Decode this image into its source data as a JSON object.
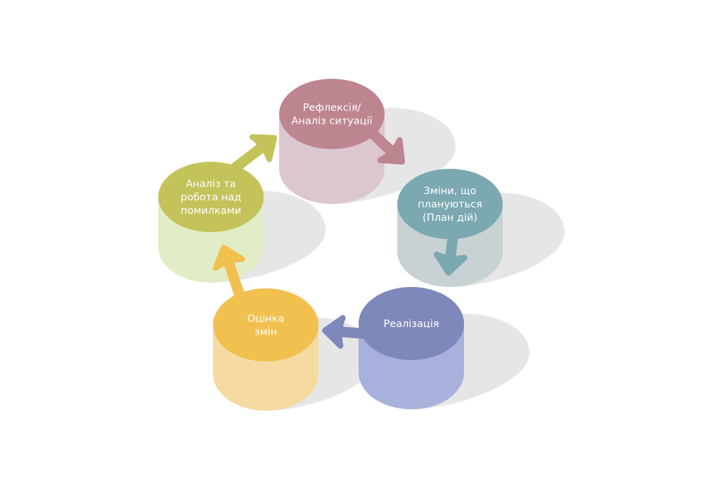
{
  "title": "Цикл змін",
  "nodes": [
    {
      "id": "reflexia",
      "lines": [
        "Рефлексія/",
        "Аналіз ситуації"
      ],
      "top_color": "#bd8590",
      "body_color": "#dcc6d0"
    },
    {
      "id": "plan",
      "lines": [
        "Зміни, що",
        "плануються",
        "(План дій)"
      ],
      "top_color": "#7ba8b1",
      "body_color": "#c8d1d3"
    },
    {
      "id": "realization",
      "lines": [
        "Реалізація"
      ],
      "top_color": "#7f88bb",
      "body_color": "#a7b1db"
    },
    {
      "id": "evaluation",
      "lines": [
        "Оцінка",
        "змін"
      ],
      "top_color": "#f1c04f",
      "body_color": "#f6dba1"
    },
    {
      "id": "analysis",
      "lines": [
        "Аналіз та",
        "робота над",
        "помилками"
      ],
      "top_color": "#c3c35a",
      "body_color": "#e1edc7"
    }
  ],
  "edges": [
    {
      "from": "reflexia",
      "to": "plan"
    },
    {
      "from": "plan",
      "to": "realization"
    },
    {
      "from": "realization",
      "to": "evaluation"
    },
    {
      "from": "evaluation",
      "to": "analysis"
    },
    {
      "from": "analysis",
      "to": "reflexia"
    }
  ],
  "shadow_color": "#e6e6e6"
}
